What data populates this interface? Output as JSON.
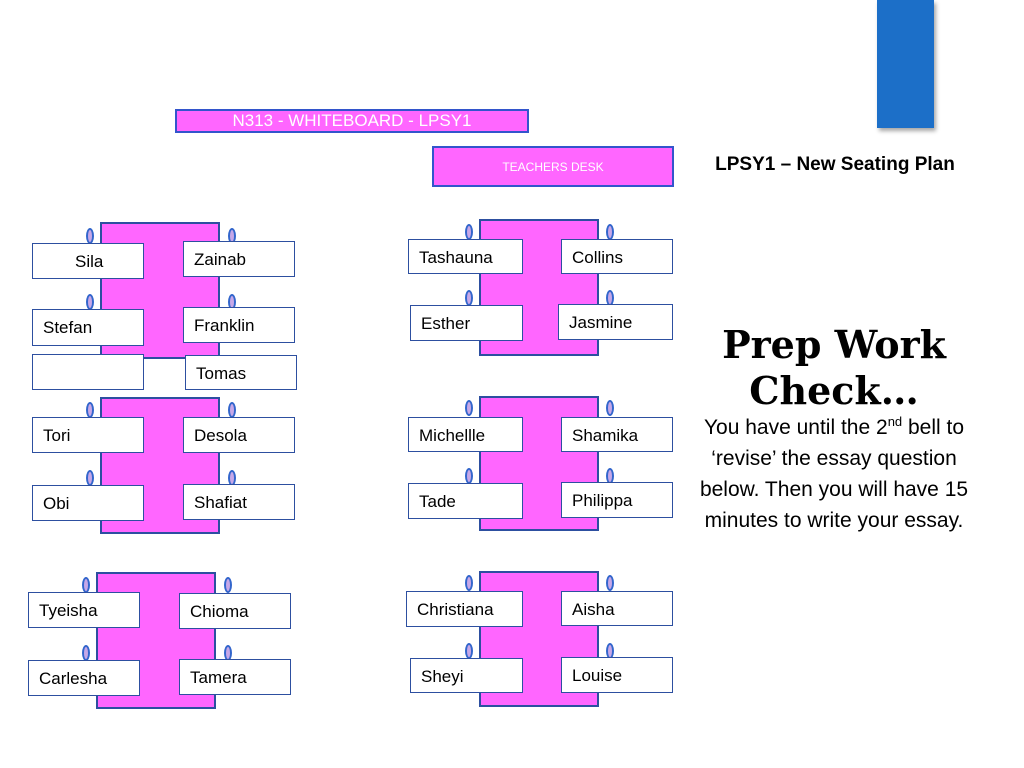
{
  "whiteboard_label": "N313 - WHITEBOARD - LPSY1",
  "teachers_desk_label": "TEACHERS DESK",
  "plan_title": "LPSY1 – New Seating Plan",
  "prep": {
    "title_line1": "Prep Work",
    "title_line2": "Check…",
    "text_before": "You have until the 2",
    "text_sup": "nd",
    "text_after": " bell to ‘revise’ the essay question below. Then you will have 15 minutes to write your essay."
  },
  "seats": {
    "sila": "Sila",
    "zainab": "Zainab",
    "stefan": "Stefan",
    "franklin": "Franklin",
    "empty": "",
    "tomas": "Tomas",
    "tashauna": "Tashauna",
    "collins": "Collins",
    "esther": "Esther",
    "jasmine": "Jasmine",
    "tori": "Tori",
    "desola": "Desola",
    "obi": "Obi",
    "shafiat": "Shafiat",
    "michellle": "Michellle",
    "shamika": "Shamika",
    "tade": "Tade",
    "philippa": "Philippa",
    "tyeisha": "Tyeisha",
    "chioma": "Chioma",
    "carlesha": "Carlesha",
    "tamera": "Tamera",
    "christiana": "Christiana",
    "aisha": "Aisha",
    "sheyi": "Sheyi",
    "louise": "Louise"
  },
  "colors": {
    "table_pink": "#ff66ff",
    "border_blue": "#2d4fa0",
    "accent_blue": "#1c6fc8"
  }
}
